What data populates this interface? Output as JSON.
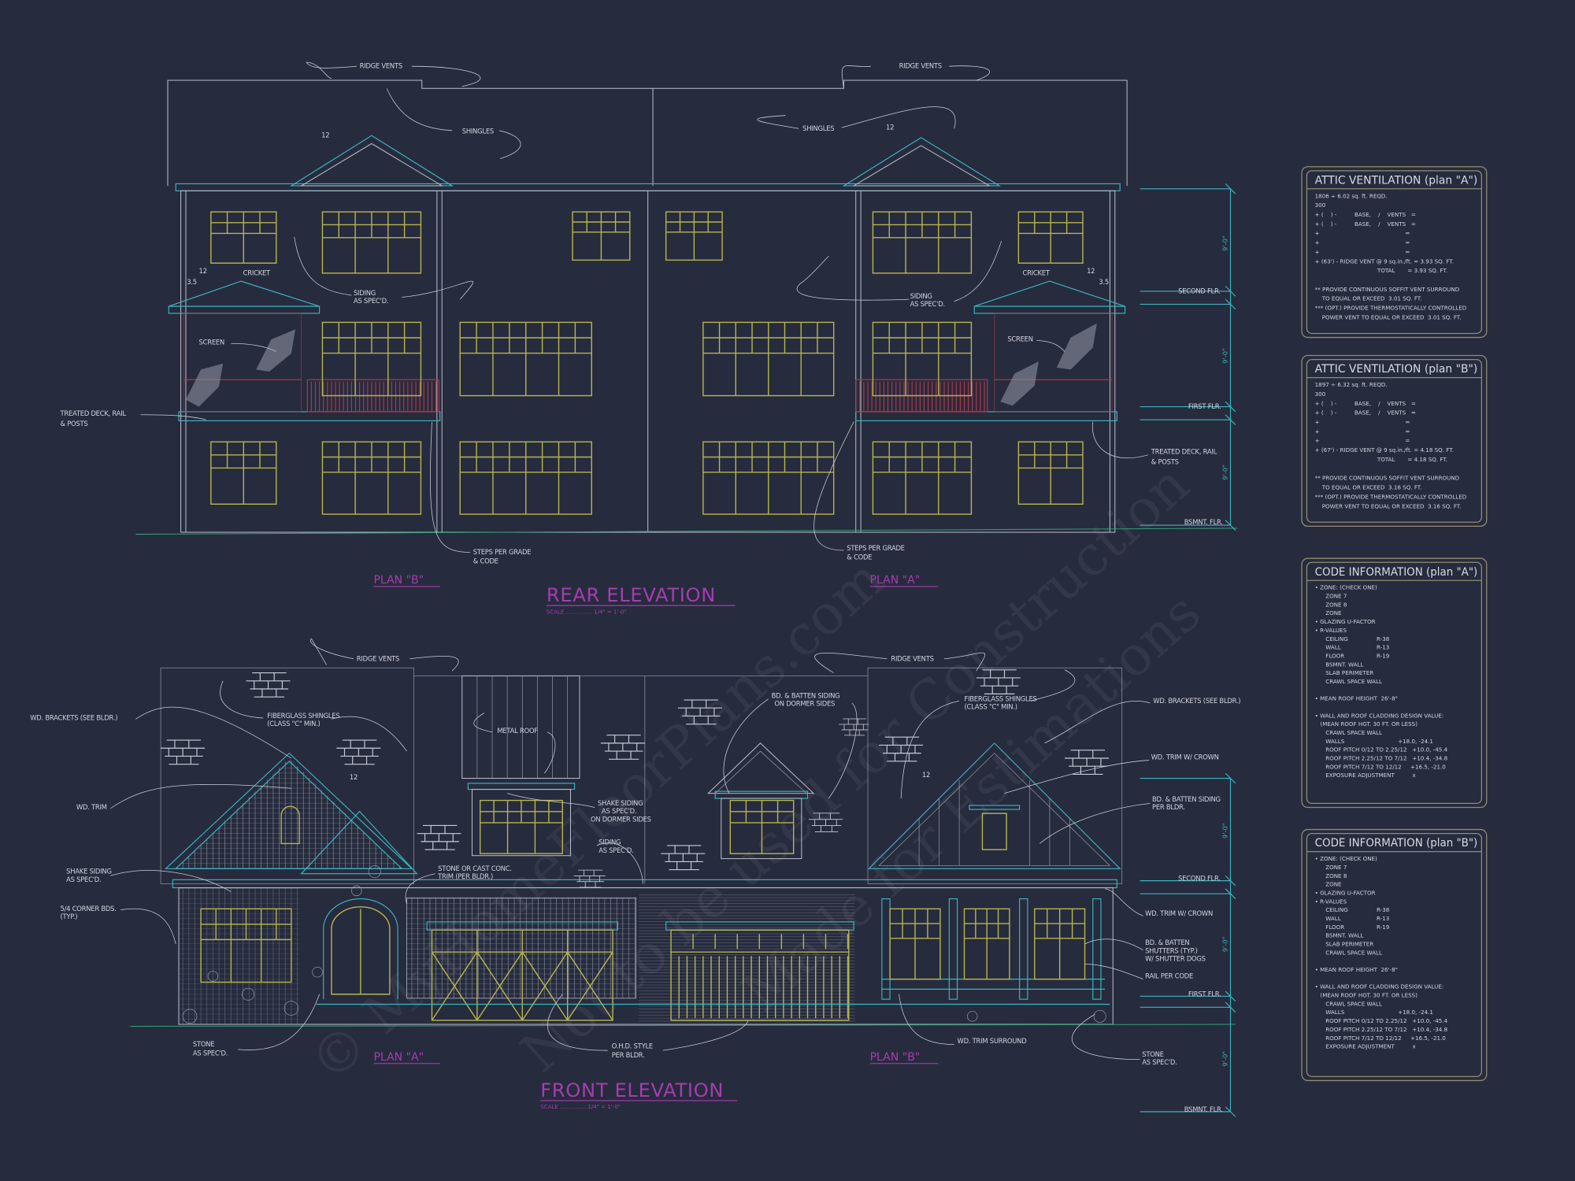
{
  "rear_elevation": {
    "title": "REAR ELEVATION",
    "scale": "SCALE ............... 1/4\" = 1'-0\"",
    "plan_left": "PLAN \"B\"",
    "plan_right": "PLAN \"A\"",
    "labels": {
      "ridge_vents": "RIDGE VENTS",
      "shingles": "SHINGLES",
      "cricket": "CRICKET",
      "siding_1": "SIDING",
      "siding_2": "AS SPEC'D.",
      "screen": "SCREEN",
      "deck_1": "TREATED DECK, RAIL",
      "deck_2": "& POSTS",
      "steps_1": "STEPS PER GRADE",
      "steps_2": "& CODE",
      "pitch_12": "12",
      "pitch_35": "3.5"
    }
  },
  "front_elevation": {
    "title": "FRONT ELEVATION",
    "scale": "SCALE ............... 1/4\" = 1'-0\"",
    "plan_left": "PLAN \"A\"",
    "plan_right": "PLAN \"B\"",
    "labels": {
      "ridge_vents": "RIDGE VENTS",
      "wd_brackets": "WD. BRACKETS (SEE BLDR.)",
      "fiberglass_1": "FIBERGLASS SHINGLES",
      "fiberglass_2": "(CLASS \"C\" MIN.)",
      "metal_roof": "METAL ROOF",
      "bb_dormer_1": "BD. & BATTEN SIDING",
      "bb_dormer_2": "ON DORMER SIDES",
      "wd_trim": "WD. TRIM",
      "wd_trim_crown": "WD. TRIM W/ CROWN",
      "shake_dormer_1": "SHAKE SIDING",
      "shake_dormer_2": "AS SPEC'D.",
      "shake_dormer_3": "ON DORMER SIDES",
      "siding_1": "SIDING",
      "siding_2": "AS SPEC'D.",
      "bb_siding_1": "BD. & BATTEN SIDING",
      "bb_siding_2": "PER BLDR.",
      "shake_1": "SHAKE SIDING",
      "shake_2": "AS SPEC'D.",
      "stone_trim_1": "STONE OR CAST CONC.",
      "stone_trim_2": "TRIM (PER BLDR.)",
      "corner_1": "5/4 CORNER BDS.",
      "corner_2": "(TYP.)",
      "shutters_1": "BD. & BATTEN",
      "shutters_2": "SHUTTERS (TYP.)",
      "shutters_3": "W/ SHUTTER DOGS",
      "rail": "RAIL PER CODE",
      "stone_1": "STONE",
      "stone_2": "AS SPEC'D.",
      "ohd_1": "O.H.D. STYLE",
      "ohd_2": "PER BLDR.",
      "trim_surround": "WD. TRIM SURROUND",
      "pitch_12": "12"
    }
  },
  "levels": {
    "second": "SECOND FLR.",
    "first": "FIRST FLR.",
    "basement": "BSMNT. FLR.",
    "dimension": "9'-0\""
  },
  "attic_a": {
    "title": "ATTIC VENTILATION  (plan \"A\")",
    "lines": [
      "1806 ÷ 6.02 sq. ft. REQD.",
      "300",
      "+ (    ) -          BASE,    /    VENTS   =",
      "+ (    ) -          BASE,    /    VENTS   =",
      "+                                                =",
      "+                                                =",
      "+                                                =",
      "+ (63') - RIDGE VENT @ 9 sq.in./ft. = 3.93 SQ. FT.",
      "                                   TOTAL       = 3.93 SQ. FT.",
      "",
      "** PROVIDE CONTINUOUS SOFFIT VENT SURROUND",
      "    TO EQUAL OR EXCEED  3.01 SQ. FT.",
      "*** (OPT.) PROVIDE THERMOSTATICALLY CONTROLLED",
      "    POWER VENT TO EQUAL OR EXCEED  3.01 SQ. FT."
    ]
  },
  "attic_b": {
    "title": "ATTIC VENTILATION  (plan \"B\")",
    "lines": [
      "1897 ÷ 6.32 sq. ft. REQD.",
      "300",
      "+ (    ) -          BASE,    /    VENTS   =",
      "+ (    ) -          BASE,    /    VENTS   =",
      "+                                                =",
      "+                                                =",
      "+                                                =",
      "+ (67') - RIDGE VENT @ 9 sq.in./ft. = 4.18 SQ. FT.",
      "                                   TOTAL       = 4.18 SQ. FT.",
      "",
      "** PROVIDE CONTINUOUS SOFFIT VENT SURROUND",
      "    TO EQUAL OR EXCEED  3.16 SQ. FT.",
      "*** (OPT.) PROVIDE THERMOSTATICALLY CONTROLLED",
      "    POWER VENT TO EQUAL OR EXCEED  3.16 SQ. FT."
    ]
  },
  "code_a": {
    "title": "CODE INFORMATION  (plan \"A\")",
    "lines": [
      "• ZONE: (CHECK ONE)",
      "      ZONE 7",
      "      ZONE 8",
      "      ZONE",
      "• GLAZING U-FACTOR",
      "• R-VALUES",
      "      CEILING                R-38",
      "      WALL                    R-13",
      "      FLOOR                  R-19",
      "      BSMNT. WALL",
      "      SLAB PERIMETER",
      "      CRAWL SPACE WALL",
      "",
      "• MEAN ROOF HEIGHT  26'-8\"",
      "",
      "• WALL AND ROOF CLADDING DESIGN VALUE:",
      "   (MEAN ROOF HGT. 30 FT. OR LESS)",
      "      CRAWL SPACE WALL",
      "      WALLS                              +18.0, -24.1",
      "      ROOF PITCH 0/12 TO 2.25/12   +10.0, -45.4",
      "      ROOF PITCH 2.25/12 TO 7/12   +10.4, -34.8",
      "      ROOF PITCH 7/12 TO 12/12     +16.5, -21.0",
      "      EXPOSURE ADJUSTMENT          x"
    ]
  },
  "code_b": {
    "title": "CODE INFORMATION  (plan \"B\")",
    "lines": [
      "• ZONE: (CHECK ONE)",
      "      ZONE 7",
      "      ZONE 8",
      "      ZONE",
      "• GLAZING U-FACTOR",
      "• R-VALUES",
      "      CEILING                R-38",
      "      WALL                    R-13",
      "      FLOOR                  R-19",
      "      BSMNT. WALL",
      "      SLAB PERIMETER",
      "      CRAWL SPACE WALL",
      "",
      "• MEAN ROOF HEIGHT  26'-8\"",
      "",
      "• WALL AND ROOF CLADDING DESIGN VALUE:",
      "   (MEAN ROOF HGT. 30 FT. OR LESS)",
      "      CRAWL SPACE WALL",
      "      WALLS                              +18.0, -24.1",
      "      ROOF PITCH 0/12 TO 2.25/12   +10.0, -45.4",
      "      ROOF PITCH 2.25/12 TO 7/12   +10.4, -34.8",
      "      ROOF PITCH 7/12 TO 12/12     +16.5, -21.0",
      "      EXPOSURE ADJUSTMENT          x"
    ]
  },
  "watermark": {
    "line1": "© MyHomeFloorPlans.com",
    "line2": "Not to be used for Construction",
    "line3": "Made for Estimations"
  },
  "colors": {
    "background": "#272b3e",
    "linework": "#b9bccb",
    "trim": "#3bb6bf",
    "windows": "#b6b64c",
    "rails": "#b23a48",
    "titles": "#a53dae"
  }
}
